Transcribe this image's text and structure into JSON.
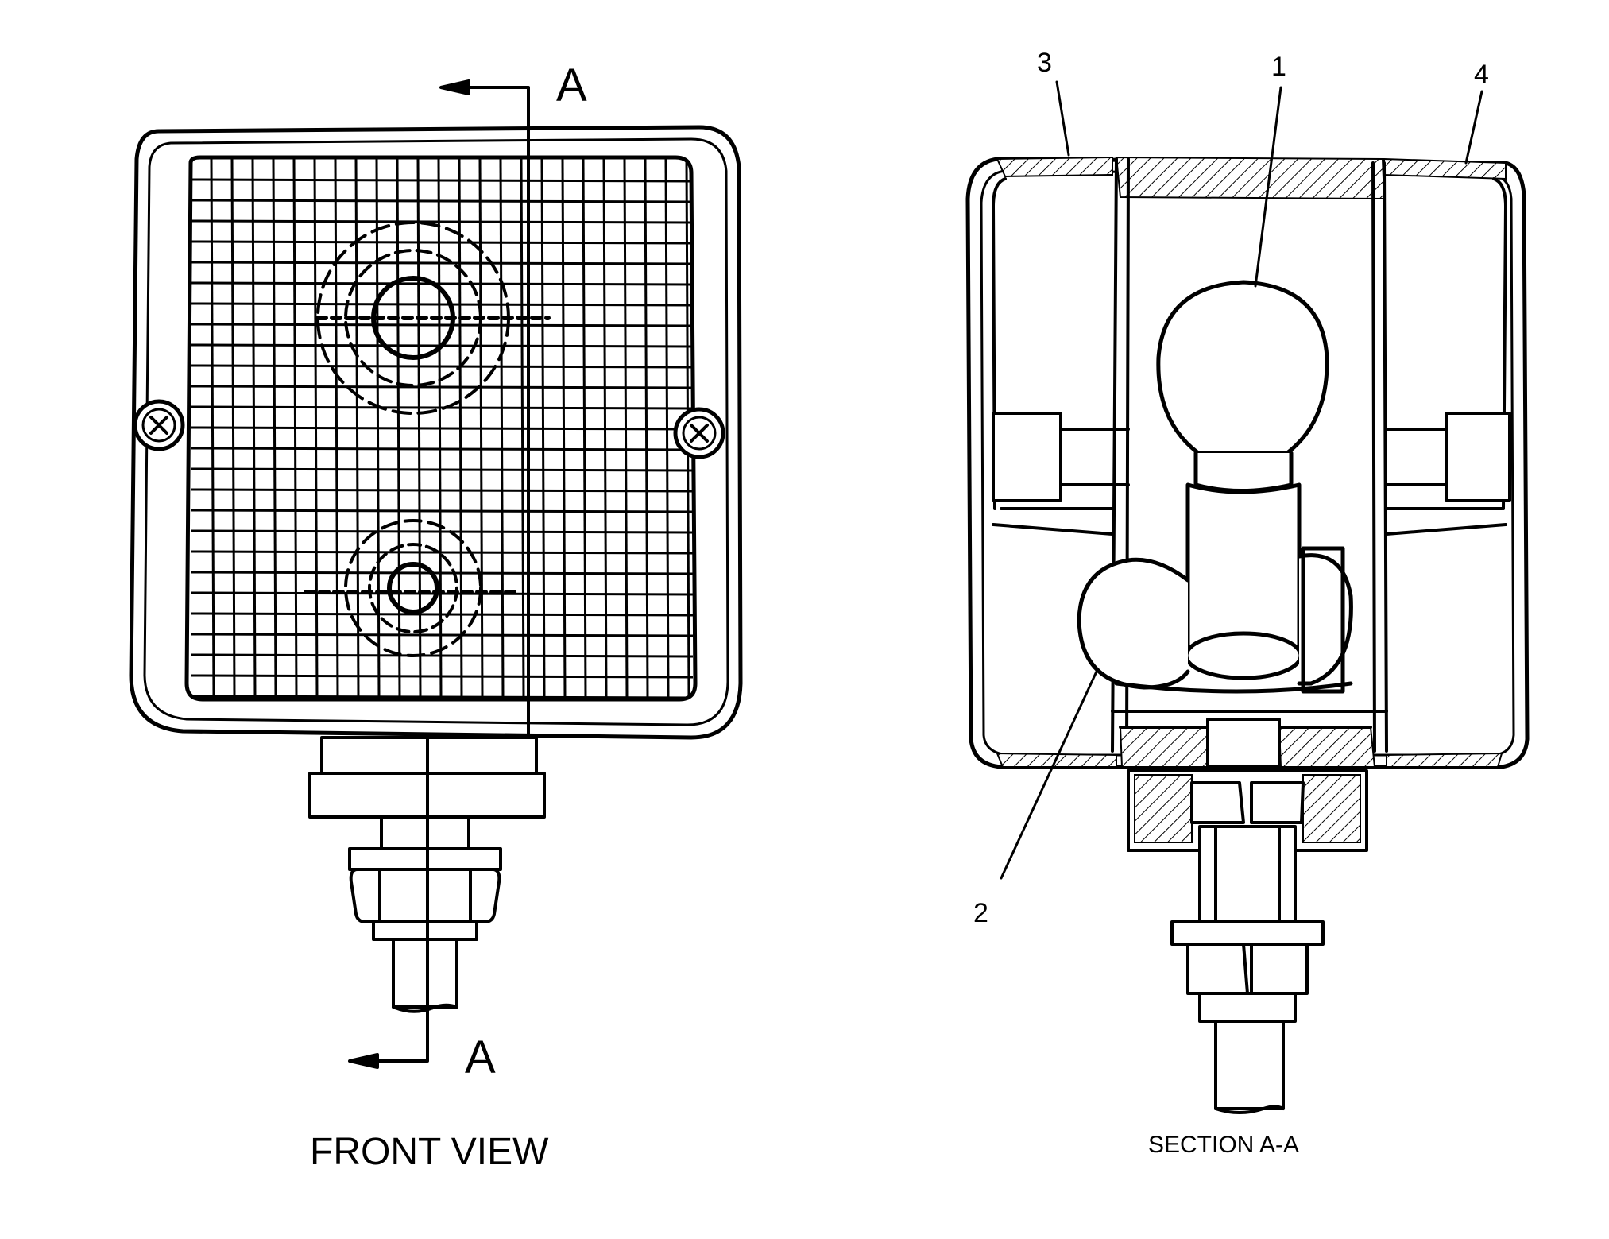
{
  "front_view": {
    "caption": "FRONT VIEW",
    "section_mark_top": "A",
    "section_mark_bottom": "A"
  },
  "section_view": {
    "caption": "SECTION A-A",
    "callouts": [
      "1",
      "2",
      "3",
      "4"
    ]
  }
}
